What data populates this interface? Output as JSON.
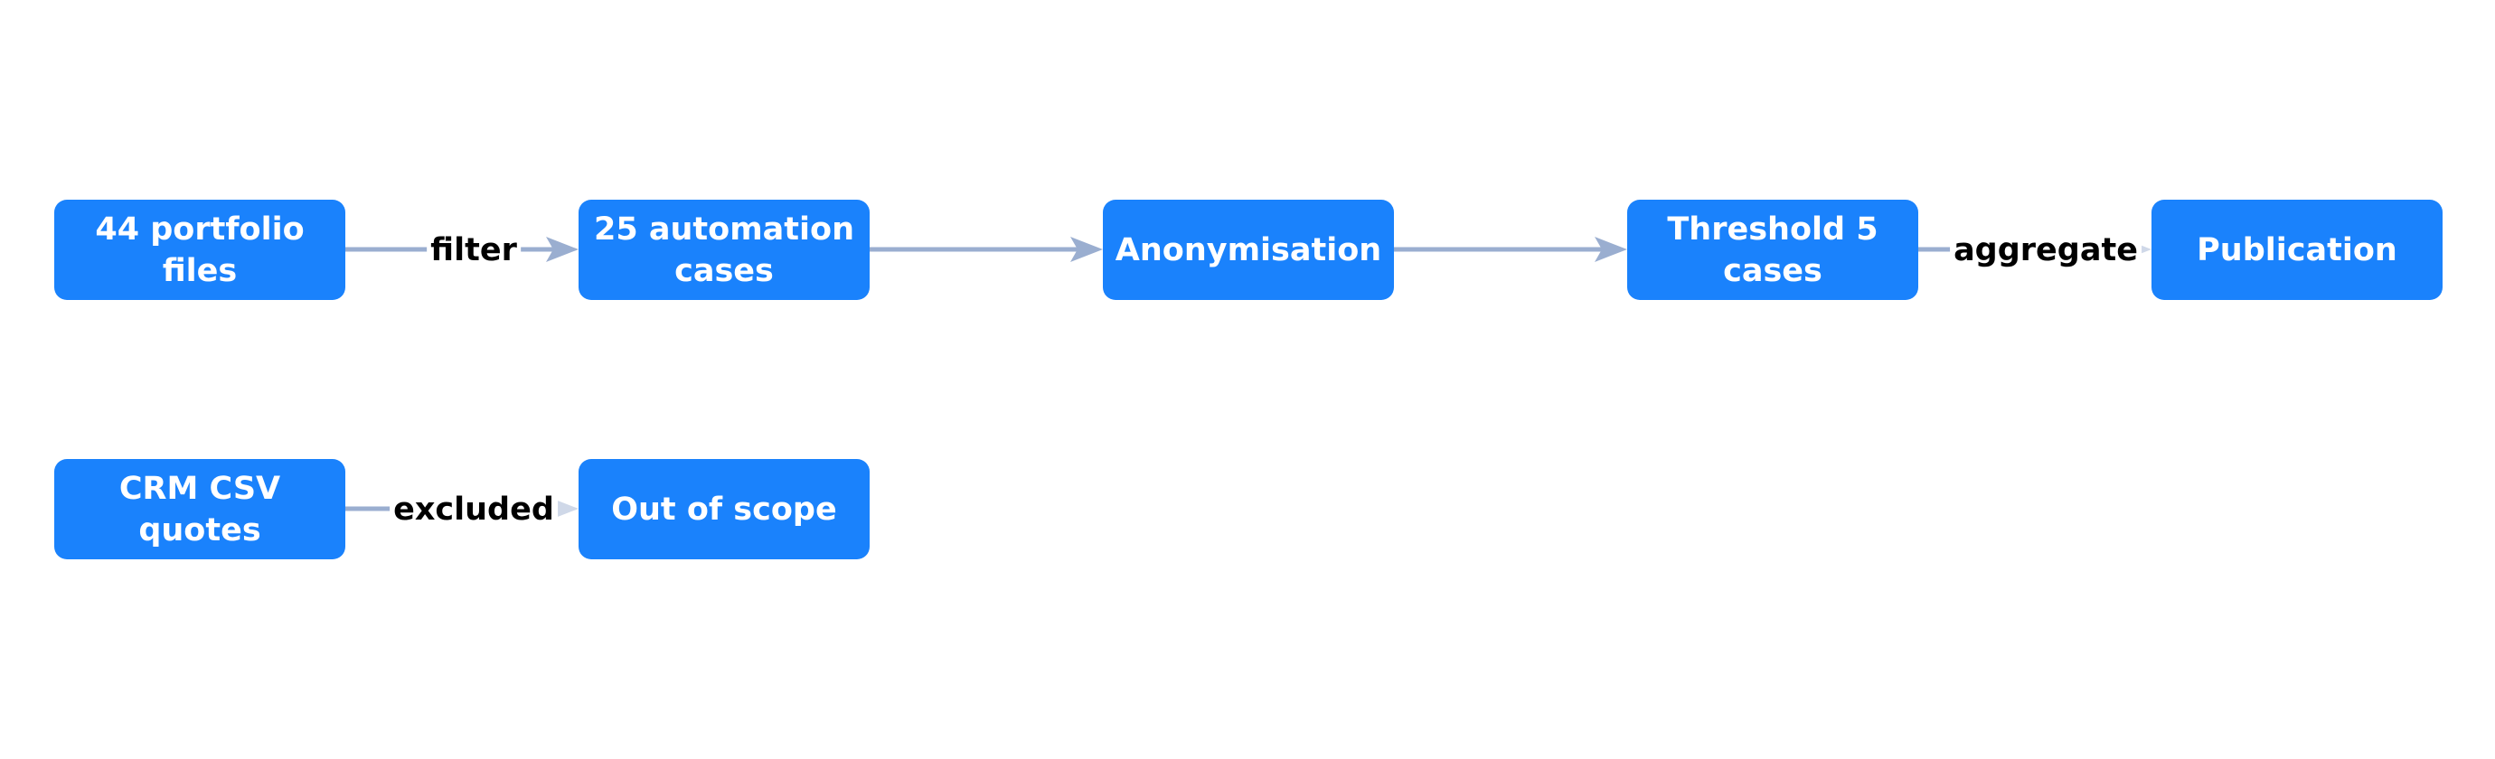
{
  "diagram": {
    "nodes": {
      "portfolio": "44 portfolio files",
      "automation": "25 automation cases",
      "anonymisation": "Anonymisation",
      "threshold": "Threshold 5 cases",
      "publication": "Publication",
      "crm": "CRM CSV quotes",
      "out_of_scope": "Out of scope"
    },
    "edges": [
      {
        "from": "portfolio",
        "to": "automation",
        "label": "filter"
      },
      {
        "from": "automation",
        "to": "anonymisation",
        "label": ""
      },
      {
        "from": "anonymisation",
        "to": "threshold",
        "label": ""
      },
      {
        "from": "threshold",
        "to": "publication",
        "label": "aggregate"
      },
      {
        "from": "crm",
        "to": "out_of_scope",
        "label": "excluded"
      }
    ],
    "colors": {
      "node_fill": "#1a82fc",
      "node_text": "#ffffff",
      "edge": "#9aaed0",
      "label_text": "#000000"
    }
  }
}
